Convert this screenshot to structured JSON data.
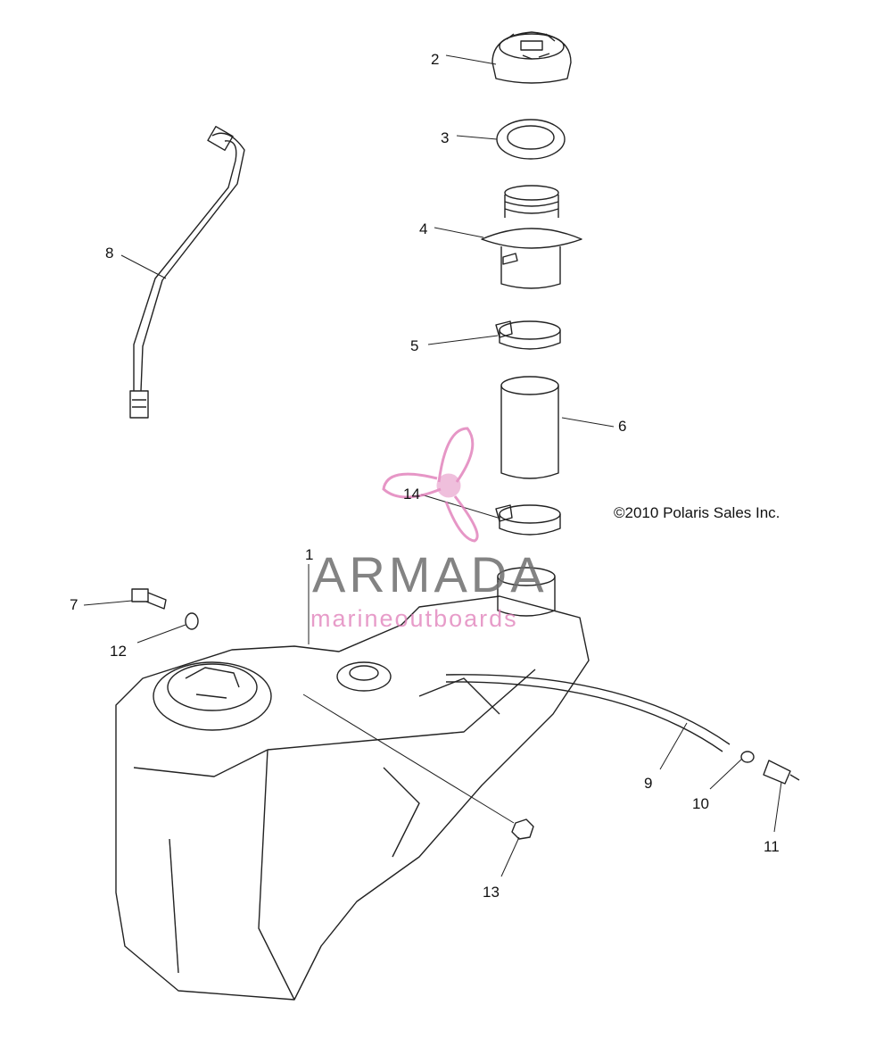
{
  "callouts": {
    "c1": "1",
    "c2": "2",
    "c3": "3",
    "c4": "4",
    "c5": "5",
    "c6": "6",
    "c7": "7",
    "c8": "8",
    "c9": "9",
    "c10": "10",
    "c11": "11",
    "c12": "12",
    "c13": "13",
    "c14": "14"
  },
  "copyright": "©2010 Polaris Sales Inc.",
  "watermark": {
    "brand": "ARMADA",
    "tagline": "marineoutboards",
    "logo_color": "#e07cb8"
  },
  "colors": {
    "line": "#222222",
    "watermark_pink": "#e07cb8",
    "watermark_gray": "#6e6e6e"
  }
}
